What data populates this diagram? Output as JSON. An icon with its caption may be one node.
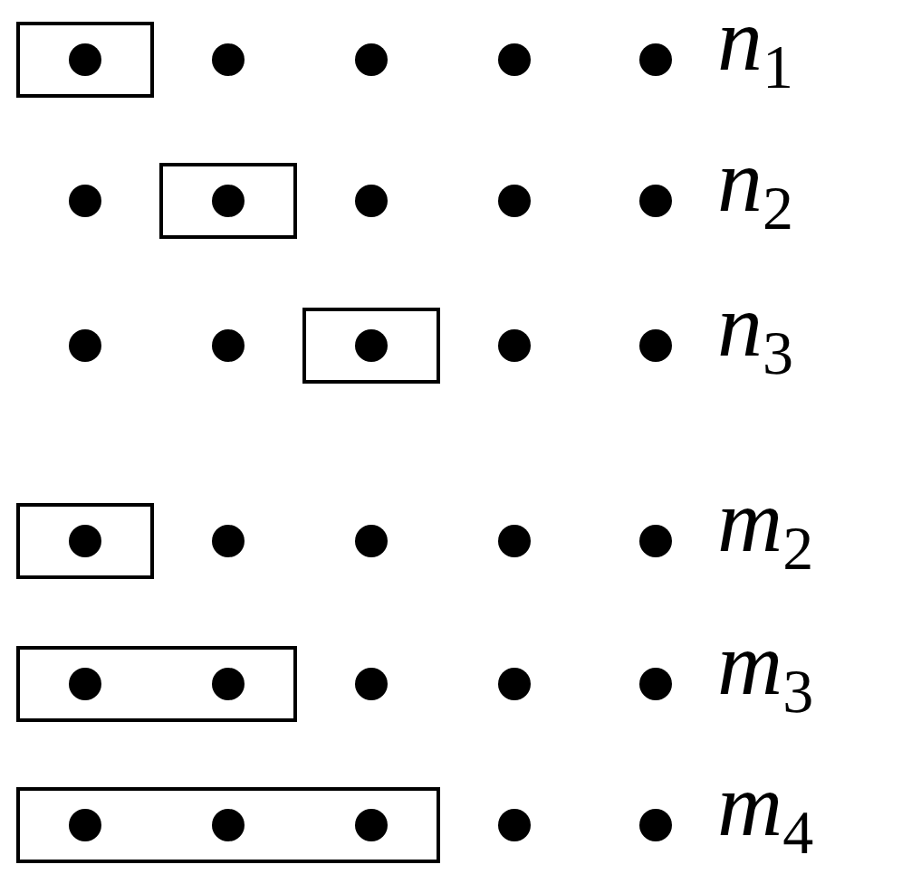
{
  "diagram": {
    "nodes": [
      {
        "text": [],
        "shape": "box"
      },
      {
        "text": [],
        "shape": "box"
      },
      {
        "text": [],
        "shape": "box"
      },
      {
        "text": [],
        "shape": "box"
      },
      {
        "text": [],
        "shape": "box"
      },
      {
        "text": [],
        "shape": "box"
      }
    ],
    "labels": [
      "*n*$_{1}$",
      "*n*$_{2}$",
      "*n*$_{3}$",
      "*m*$_{2}$",
      "*m*$_{3}$",
      "*m*$_{4}$"
    ]
  }
}
